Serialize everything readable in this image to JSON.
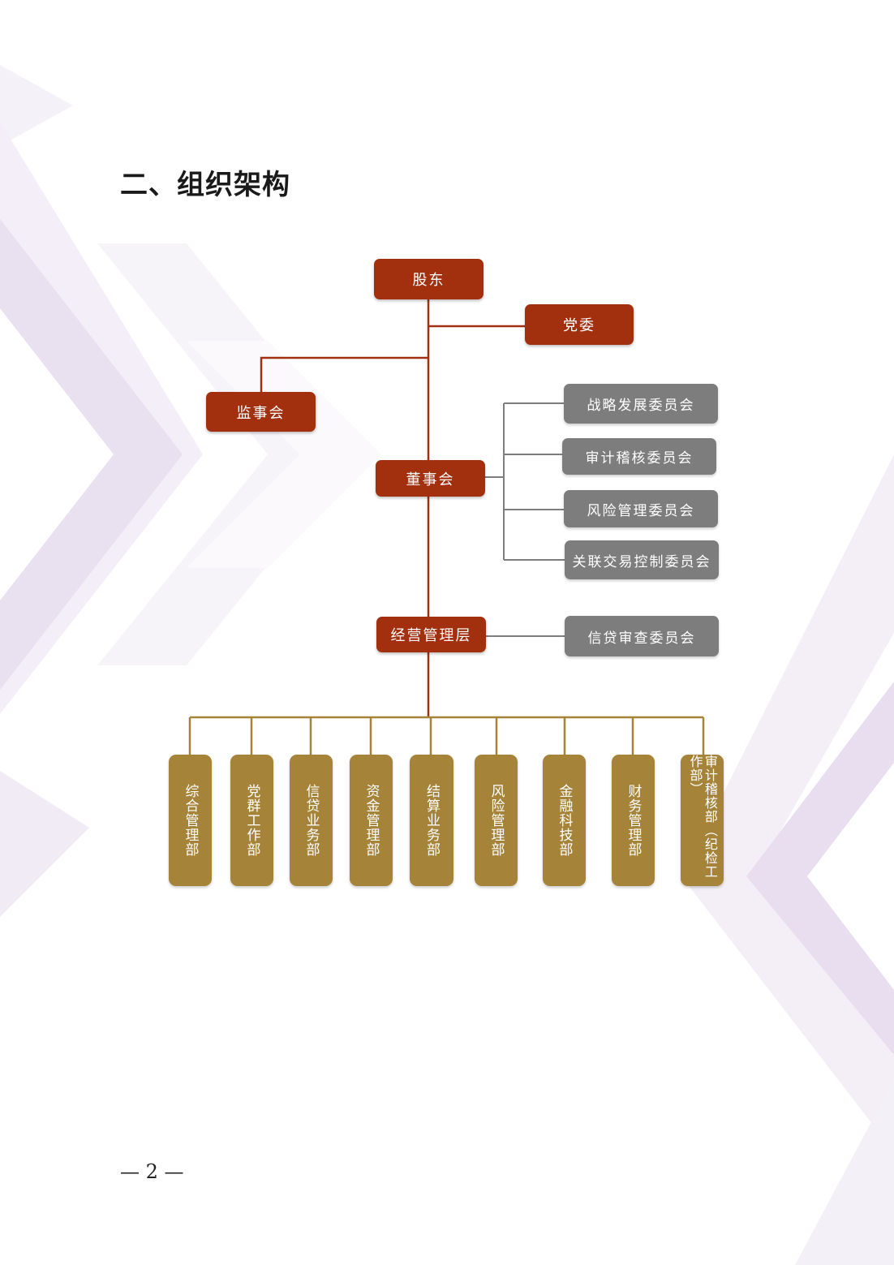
{
  "title": "二、组织架构",
  "colors": {
    "governance": "#a2300f",
    "committee": "#7d7d7d",
    "department": "#a58338",
    "connector_red": "#a2300f",
    "connector_gray": "#7d7d7d",
    "connector_gold": "#a58338"
  },
  "nodes": {
    "shareholders": "股东",
    "party_committee": "党委",
    "supervisory_board": "监事会",
    "board_of_directors": "董事会",
    "management": "经营管理层"
  },
  "committees": [
    "战略发展委员会",
    "审计稽核委员会",
    "风险管理委员会",
    "关联交易控制委员会"
  ],
  "credit_committee": "信贷审查委员会",
  "departments": [
    "综合管理部",
    "党群工作部",
    "信贷业务部",
    "资金管理部",
    "结算业务部",
    "风险管理部",
    "金融科技部",
    "财务管理部",
    "审计稽核部（纪检工作部）"
  ],
  "page_number": "— 2 —"
}
